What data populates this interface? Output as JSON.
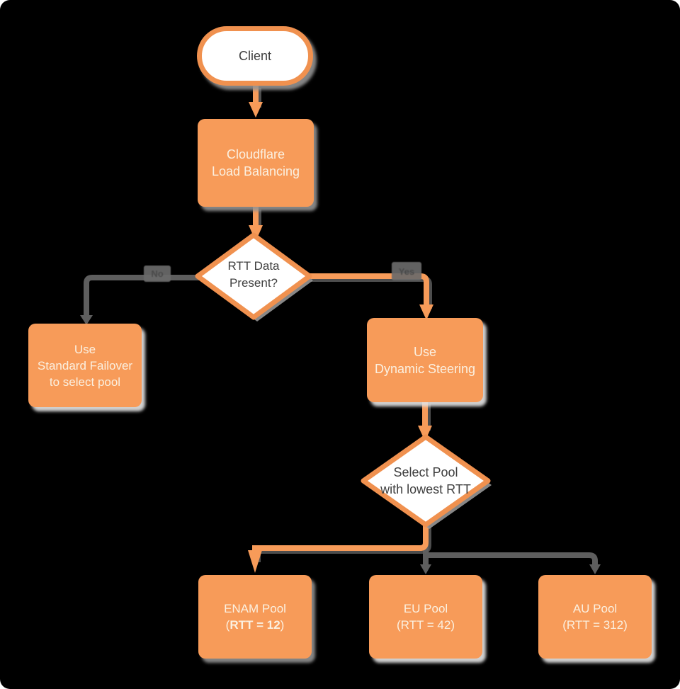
{
  "diagram_title": "Cloudflare Load Balancing flowchart",
  "palette": {
    "background": "#000000",
    "orange_fill": "#F79B59",
    "orange_border": "#F0914F",
    "box_text": "#FBF0E0",
    "dark_text": "#3F3F3F",
    "connector_gray": "#5E5E5E",
    "shadow_gray": "#949494",
    "shadow_light": "#E2E2E2"
  },
  "nodes": {
    "client": {
      "label": "Client"
    },
    "load_balancer": {
      "line1": "Cloudflare",
      "line2": "Load Balancing"
    },
    "rtt_decision": {
      "line1": "RTT Data",
      "line2": "Present?"
    },
    "standard_failover": {
      "line1": "Use",
      "line2": "Standard Failover",
      "line3": "to select pool"
    },
    "dynamic_steering": {
      "line1": "Use",
      "line2": "Dynamic Steering"
    },
    "select_pool": {
      "line1": "Select Pool",
      "line2": "with lowest RTT"
    },
    "enam_pool": {
      "line1": "ENAM Pool",
      "line2_open": "(",
      "line2_bold": "RTT = 12",
      "line2_close": ")"
    },
    "eu_pool": {
      "line1": "EU Pool",
      "line2": "(RTT = 42)"
    },
    "au_pool": {
      "line1": "AU Pool",
      "line2": "(RTT = 312)"
    }
  },
  "edges": {
    "no_label": "No",
    "yes_label": "Yes"
  }
}
